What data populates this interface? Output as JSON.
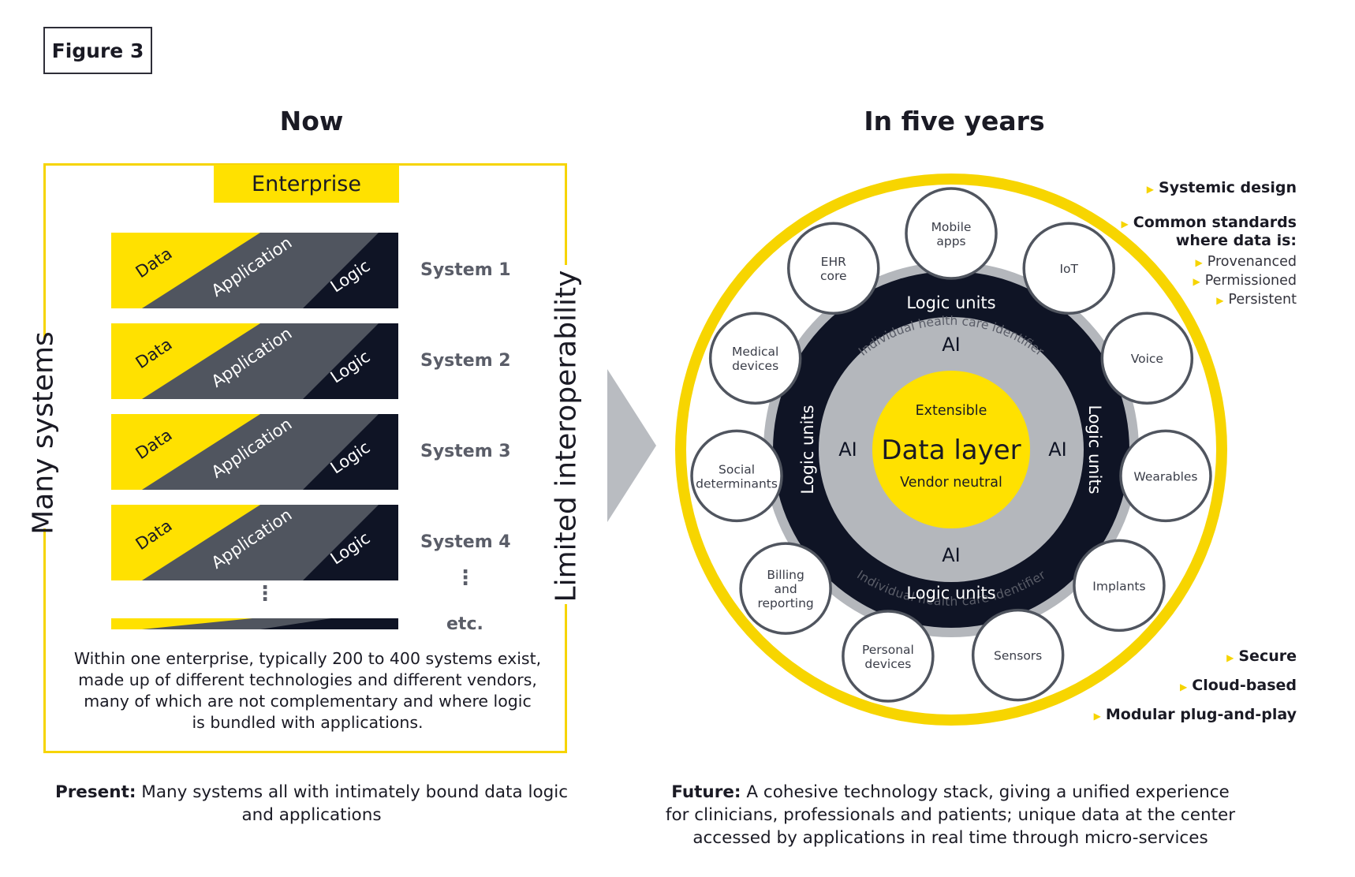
{
  "figure_label": "Figure 3",
  "now": {
    "title": "Now",
    "enterprise_label": "Enterprise",
    "left_side_label": "Many systems",
    "right_side_label": "Limited interoperability",
    "systems": [
      {
        "label": "System 1",
        "data": "Data",
        "application": "Application",
        "logic": "Logic"
      },
      {
        "label": "System 2",
        "data": "Data",
        "application": "Application",
        "logic": "Logic"
      },
      {
        "label": "System 3",
        "data": "Data",
        "application": "Application",
        "logic": "Logic"
      },
      {
        "label": "System 4",
        "data": "Data",
        "application": "Application",
        "logic": "Logic"
      }
    ],
    "etc_label": "etc.",
    "description_lines": [
      "Within one enterprise, typically 200 to 400 systems exist,",
      "made up of different technologies and different vendors,",
      "many of which are not complementary and where logic",
      "is bundled with applications."
    ]
  },
  "present_caption": {
    "lead": "Present:",
    "text_line1": " Many systems all with intimately bound data logic",
    "text_line2": "and applications"
  },
  "future": {
    "title": "In five years",
    "ring_label_top": "Individual health care identifier",
    "ring_label_bottom": "Individual health care identifier",
    "logic_units_label": "Logic units",
    "ai_label": "AI",
    "core": {
      "top": "Extensible",
      "main": "Data layer",
      "bottom": "Vendor neutral"
    },
    "satellites": [
      {
        "lines": [
          "Mobile",
          "apps"
        ]
      },
      {
        "lines": [
          "IoT"
        ]
      },
      {
        "lines": [
          "Voice"
        ]
      },
      {
        "lines": [
          "Wearables"
        ]
      },
      {
        "lines": [
          "Implants"
        ]
      },
      {
        "lines": [
          "Sensors"
        ]
      },
      {
        "lines": [
          "Personal",
          "devices"
        ]
      },
      {
        "lines": [
          "Billing",
          "and",
          "reporting"
        ]
      },
      {
        "lines": [
          "Social",
          "determinants"
        ]
      },
      {
        "lines": [
          "Medical",
          "devices"
        ]
      },
      {
        "lines": [
          "EHR",
          "core"
        ]
      }
    ],
    "top_labels": {
      "systemic": "Systemic design",
      "common_line1": "Common standards",
      "common_line2": "where data is:",
      "sub": [
        "Provenanced",
        "Permissioned",
        "Persistent"
      ]
    },
    "bottom_labels": [
      "Secure",
      "Cloud-based",
      "Modular plug-and-play"
    ]
  },
  "future_caption": {
    "lead": "Future:",
    "line1": " A cohesive technology stack, giving a unified experience",
    "line2": "for clinicians, professionals and patients; unique data at the center",
    "line3": "accessed by applications in real time through micro-services"
  },
  "colors": {
    "yellow": "#ffe100",
    "dark_navy": "#0f1425",
    "slate": "#50555f",
    "grey_ring": "#b4b7bc",
    "arrow_grey": "#b9bcc1"
  }
}
